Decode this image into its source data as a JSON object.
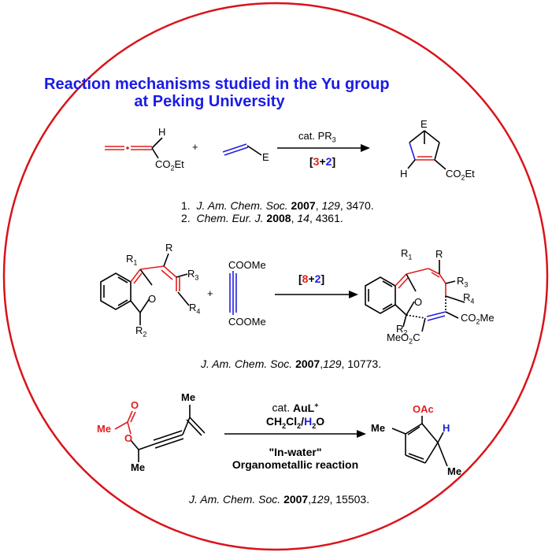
{
  "title": {
    "line1": "Reaction mechanisms studied in the Yu group",
    "line2": "at Peking University",
    "color": "#1a1ae6"
  },
  "colors": {
    "frame": "#d9131a",
    "red": "#e01f1f",
    "blue": "#1f1fe0"
  },
  "reaction1": {
    "reactant_substituent": "CO2Et",
    "reactant_h": "H",
    "plus": "+",
    "alkene_substituent": "E",
    "conditions": {
      "catalyst": "cat. PR3",
      "mode_open": "[",
      "mode_a": "3",
      "mode_plus": "+",
      "mode_b": "2",
      "mode_close": "]"
    },
    "product_e": "E",
    "product_h": "H",
    "product_ester": "CO2Et",
    "references": [
      {
        "num": "1.",
        "journal": "J. Am. Chem. Soc.",
        "year": "2007",
        "volume": "129",
        "page": ", 3470."
      },
      {
        "num": "2.",
        "journal_a": "Chem. Eur",
        "journal_b": ". J.",
        "year": "2008",
        "volume": "14",
        "page": ", 4361."
      }
    ]
  },
  "reaction2": {
    "labels": {
      "r1": "R1",
      "r": "R",
      "r3": "R3",
      "r4": "R4",
      "r2": "R2",
      "o": "O"
    },
    "plus": "+",
    "alkyne_top": "COOMe",
    "alkyne_bottom": "COOMe",
    "mode": {
      "open": "[",
      "a": "8",
      "plus": "+",
      "b": "2",
      "close": "]"
    },
    "product_labels": {
      "r1": "R1",
      "r": "R",
      "r3": "R3",
      "r4": "R4",
      "r2": "R2",
      "o": "O",
      "ester_right": "CO2Me",
      "ester_left": "MeO2C"
    },
    "reference": {
      "journal": "J. Am. Chem. Soc.",
      "year": "2007",
      "volume": "129",
      "page": ", 10773."
    }
  },
  "reaction3": {
    "labels": {
      "me_acyl": "Me",
      "o_carbonyl": "O",
      "o_ester": "O",
      "me_bottom": "Me",
      "me_top": "Me"
    },
    "conditions": {
      "line1_prefix": "cat. ",
      "line1_bold": "AuL+",
      "line2_a": "CH2Cl2/",
      "line2_h": "H",
      "line2_b": "2O",
      "line3": "\"In-water\"",
      "line4": "Organometallic reaction"
    },
    "product_labels": {
      "oac": "OAc",
      "me_left": "Me",
      "h": "H",
      "me_right": "Me"
    },
    "reference": {
      "journal": "J. Am. Chem. Soc.",
      "year": "2007",
      "volume": "129",
      "page": ", 15503."
    }
  }
}
